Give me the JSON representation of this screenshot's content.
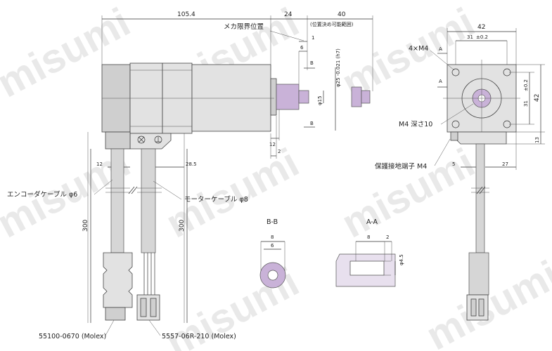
{
  "watermark": "misumi",
  "colors": {
    "body": "#e2e2e2",
    "shaft": "#c9b2d8",
    "line": "#333333",
    "watermark": "#e9e9e9"
  },
  "top_dims": {
    "total_length": "105.4",
    "flange_offset": "24",
    "positioning_range": "40",
    "positioning_range_note": "(位置決め可能範囲)"
  },
  "side_labels": {
    "mech_limit": "メカ限界位置",
    "d1": "1",
    "d6": "6",
    "shaft_dia": "φ25 -0.021 (h7)",
    "shaft_dia_main": "φ25",
    "shaft_dia_tol": "-0.021",
    "shaft_dia_fit": "(h7)",
    "boss_dia": "φ15",
    "sec_b": "B",
    "d12_right": "12",
    "d2": "2",
    "d12_left": "12",
    "d28_5": "28.5",
    "encoder_cable": "エンコーダケーブル φ6",
    "motor_cable": "モーターケーブル φ8",
    "len300_left": "300",
    "len300_right": "300",
    "encoder_connector": "55100-0670 (Molex)",
    "motor_connector": "5557-06R-210 (Molex)"
  },
  "sections": {
    "bb_title": "B-B",
    "bb_d8": "8",
    "bb_d6": "6",
    "aa_title": "A-A",
    "aa_d8": "8",
    "aa_d2": "2",
    "aa_dia": "φ4.5"
  },
  "front_view": {
    "width": "42",
    "pitch": "31",
    "pitch_tol": "±0.2",
    "height": "42",
    "vpitch": "31",
    "vpitch_tol": "±0.2",
    "tapped": "4×M4",
    "sec_a": "A",
    "center_tap": "M4 深さ10",
    "ground": "保護接地端子 M4",
    "d5": "5",
    "d27": "27",
    "d13": "13"
  }
}
